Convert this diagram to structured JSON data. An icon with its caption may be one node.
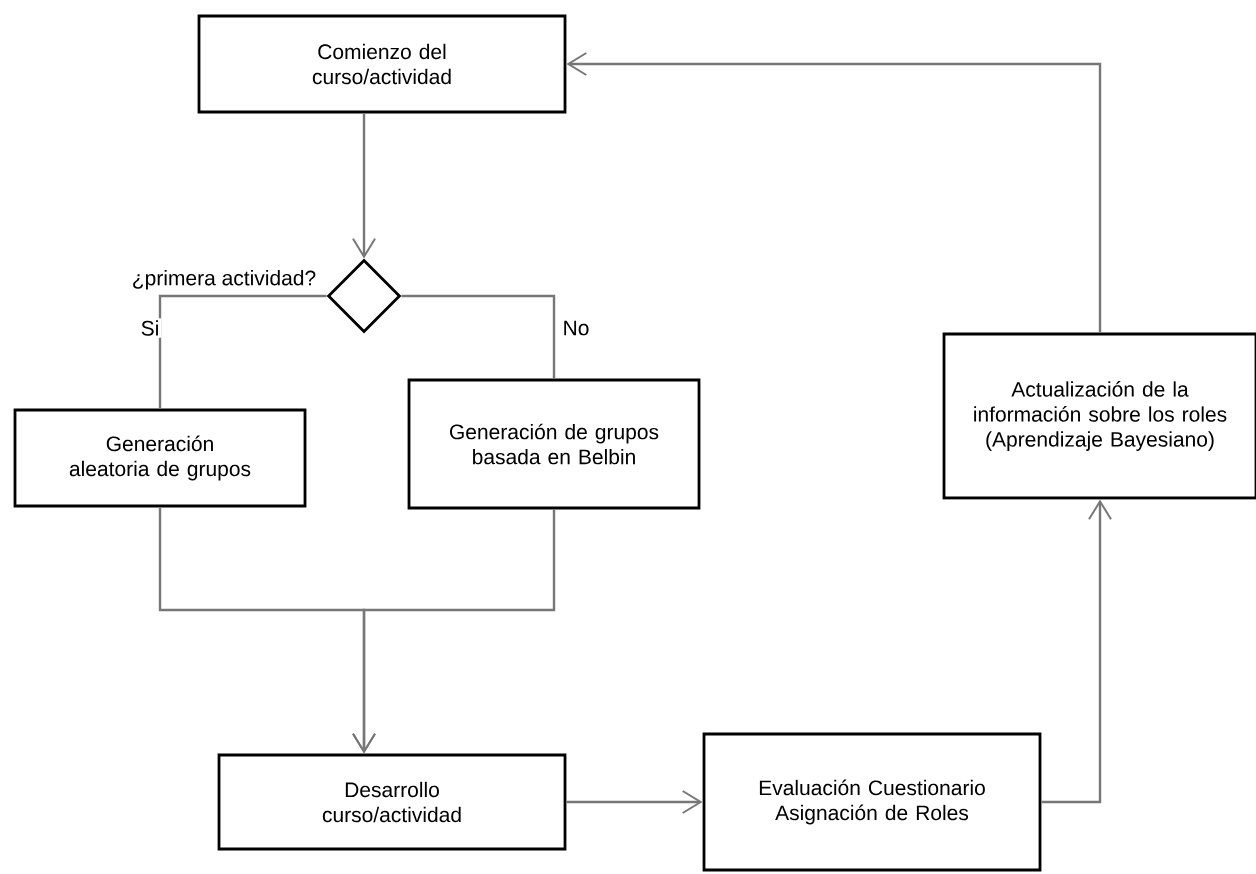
{
  "diagram": {
    "nodes": [
      {
        "text": [
          "Comienzo del curso/actividad"
        ]
      },
      {
        "text": [],
        "shape": "diamond",
        "beside": [
          "¿primera actividad?"
        ]
      },
      {
        "text": [
          "Generación aleatoria de grupos"
        ]
      },
      {
        "text": [
          "Generación de grupos basada en Belbin"
        ]
      },
      {
        "text": [
          "Desarrollo curso/actividad"
        ]
      },
      {
        "text": [
          "Evaluación Cuestionario Asignación de Roles"
        ]
      },
      {
        "text": [
          "Actualización de la información sobre los roles (Aprendizaje Bayesiano)"
        ]
      }
    ],
    "edges": [
      {
        "from": 0,
        "to": 1,
        "arrow": "to"
      },
      {
        "from": 1,
        "to": 2,
        "arrow": "none",
        "label": "Si"
      },
      {
        "from": 1,
        "to": 3,
        "arrow": "none",
        "label": "No"
      },
      {
        "from": 2,
        "to": 4,
        "arrow": "to"
      },
      {
        "from": 3,
        "to": 4,
        "arrow": "to"
      },
      {
        "from": 4,
        "to": 5,
        "arrow": "to"
      },
      {
        "from": 5,
        "to": 6,
        "arrow": "to"
      },
      {
        "from": 6,
        "to": 0,
        "arrow": "to"
      }
    ]
  }
}
